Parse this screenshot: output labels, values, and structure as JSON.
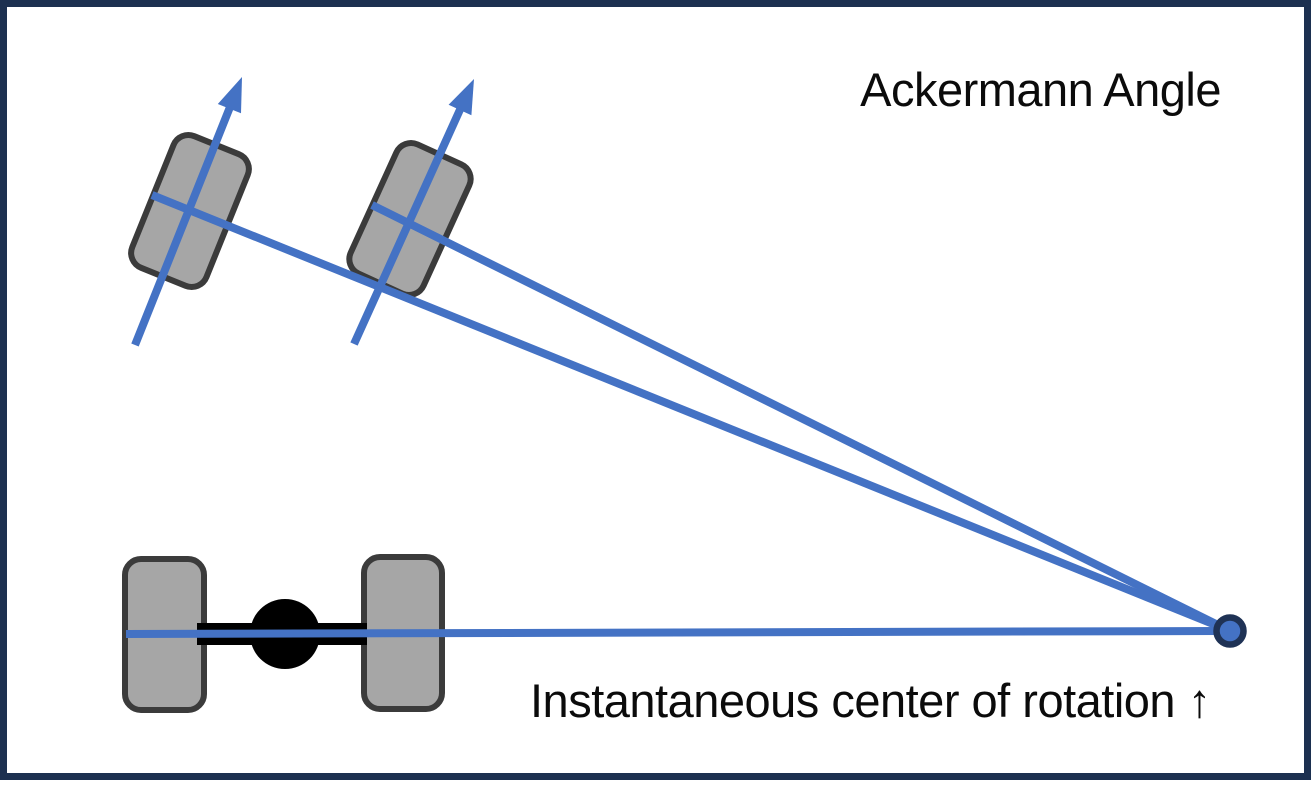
{
  "title": "Ackermann Angle",
  "caption": "Instantaneous center of rotation ↑",
  "colors": {
    "background": "#FFFFFF",
    "frame": "#1C3050",
    "accent_blue": "#4472C4",
    "wheel_fill": "#A6A6A6",
    "wheel_stroke": "#3B3B3B",
    "axle": "#000000",
    "icr_ring": "#1F3255",
    "text": "#0B0B0B"
  },
  "diagram": {
    "front_left_wheel": "front-left steered wheel",
    "front_right_wheel": "front-right steered wheel",
    "rear_axle": "rear axle with wheels and differential",
    "icr_point": "instantaneous center of rotation"
  }
}
